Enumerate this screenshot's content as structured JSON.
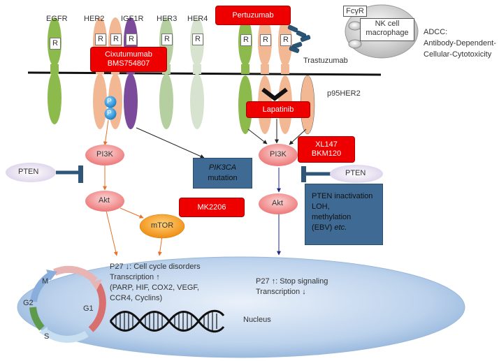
{
  "receptors": {
    "egfr": "EGFR",
    "her2": "HER2",
    "igf1r": "IGF1R",
    "her3": "HER3",
    "her4": "HER4",
    "r": "R",
    "p95her2": "p95HER2"
  },
  "drugs": {
    "pertuzumab": "Pertuzumab",
    "cixutumumab": "Cixutumumab",
    "bms": "BMS754807",
    "trastuzumab": "Trastuzumab",
    "lapatinib": "Lapatinib",
    "xl147": "XL147",
    "bkm120": "BKM120",
    "mk2206": "MK2206"
  },
  "adcc": {
    "fcr": "FcγR",
    "cell_line1": "NK cell",
    "cell_line2": "macrophage",
    "label_line1": "ADCC:",
    "label_line2": "Antibody-Dependent-",
    "label_line3": "Cellular-Cytotoxicity"
  },
  "pathway": {
    "p": "P",
    "pi3k": "PI3K",
    "akt": "Akt",
    "mtor": "mTOR",
    "pten": "PTEN",
    "pik3ca_italic": "PIK3CA",
    "pik3ca_rest": "mutation",
    "pten_box_line1": "PTEN inactivation",
    "pten_box_line2": "LOH,",
    "pten_box_line3": "methylation",
    "pten_box_line4_a": "(EBV) ",
    "pten_box_line4_b": "etc."
  },
  "nucleus": {
    "label": "Nucleus",
    "left_line1": "P27 ↓: Cell cycle disorders",
    "left_line2": "Transcription ↑",
    "left_line3": "(PARP, HIF, COX2, VEGF,",
    "left_line4": "CCR4, Cyclins)",
    "right_line1": "P27 ↑:  Stop signaling",
    "right_line2": "Transcription ↓"
  },
  "cell_cycle": {
    "m": "M",
    "g2": "G2",
    "g1": "G1",
    "s": "S"
  },
  "colors": {
    "egfr": "#8dba4c",
    "her2": "#f2b894",
    "igf1r": "#7b4a9a",
    "her3": "#b6cfa0",
    "her4": "#d8e3cf",
    "drug_red": "#ee0000",
    "info_blue": "#3e6a94"
  }
}
